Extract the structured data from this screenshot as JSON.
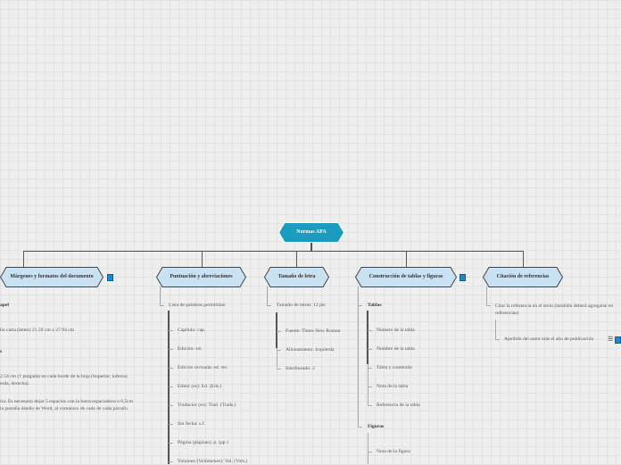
{
  "central": {
    "label": "Normas APA",
    "color": "#1a9bbf"
  },
  "topics": [
    {
      "label": "Márgenes y formatos del documento",
      "visible_label": "es y formatos del documento",
      "has_note": true,
      "items": [
        "apel",
        "ño carta (letter) 21.59 cm x 27.94 cm",
        "s",
        "2.54 cm (1 pulgada) en cada borde de la hoja (Superior, inferior,",
        "erda, derecha).",
        "ria: Es necesario dejar  5 espacios con la barra espaciadora o 0,5cm",
        "la pestaña diseño de Word, al comienzo de cada de cada párrafo."
      ]
    },
    {
      "label": "Puntuación y abreviaciones",
      "parent_item": "Lista de palabras permitidas:",
      "items": [
        "Capítulo: cap.",
        "Edición: ed.",
        "Edición revisada: ed. rev.",
        "Editor (es): Ed. (Eds.)",
        "Traductor (es): Trad. (Trads.)",
        "Sin fecha: s.f.",
        "Página (páginas): p. (pp.)",
        "Volumen (Volúmenes): Vol. (Vols.)"
      ]
    },
    {
      "label": "Tamaño de letra",
      "parent_item": "Tamaño de letras: 12 pts",
      "items": [
        "Fuente: Times New Roman",
        "Alineamiento: Izquierda",
        "Interlineado: 2"
      ]
    },
    {
      "label": "Construcción de tablas y figuras",
      "has_note": true,
      "groups": [
        {
          "label": "Tablas",
          "items": [
            "Número de la tabla",
            "Nombre de la tabla",
            "Tabla y contenido",
            "Nota de la tabla",
            "Referencia de la tabla"
          ]
        },
        {
          "label": "Figuras",
          "items": [
            "Nota de la figura"
          ]
        }
      ]
    },
    {
      "label": "Citación de referencias",
      "items": [
        "Citar la referencia en el texto (también deberá agregarse en",
        "referencias)",
        "Apellido del autor más el año de publicación"
      ]
    }
  ],
  "colors": {
    "topic_fill": "#c8e1f3",
    "topic_border": "#444444",
    "note": "#1e88c8"
  }
}
